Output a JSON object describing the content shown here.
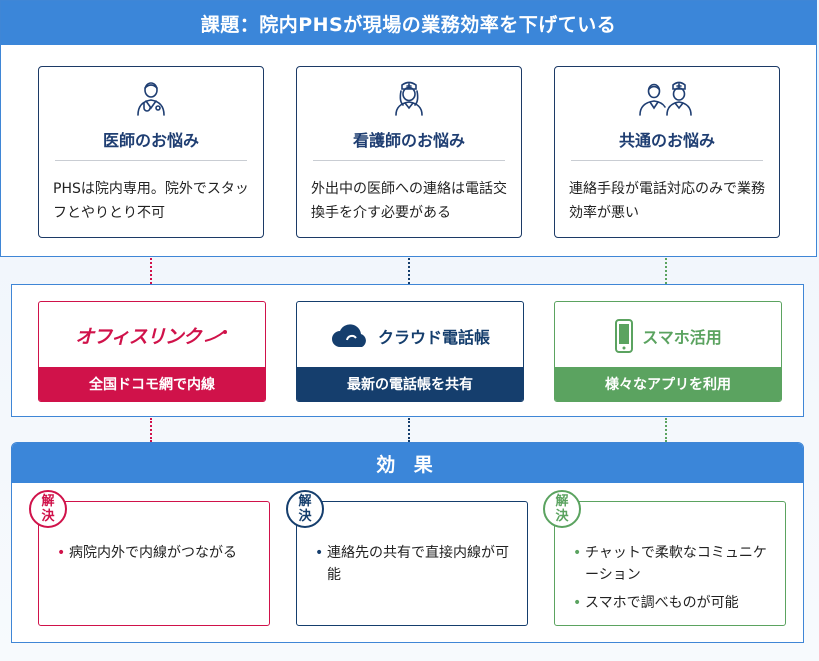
{
  "issue": {
    "title": "課題：院内PHSが現場の業務効率を下げている",
    "cards": [
      {
        "icon": "doctor-icon",
        "title": "医師のお悩み",
        "body": "PHSは院内専用。院外でスタッフとやりとり不可"
      },
      {
        "icon": "nurse-icon",
        "title": "看護師のお悩み",
        "body": "外出中の医師への連絡は電話交換手を介す必要がある"
      },
      {
        "icon": "doctor-and-nurse-icon",
        "title": "共通のお悩み",
        "body": "連絡手段が電話対応のみで業務効率が悪い"
      }
    ]
  },
  "solutions": [
    {
      "logo_text": "オフィスリンク",
      "icon": "officelink-logo",
      "caption": "全国ドコモ網で内線",
      "color": "#d0124a"
    },
    {
      "logo_text": "クラウド電話帳",
      "icon": "cloud-icon",
      "caption": "最新の電話帳を共有",
      "color": "#153e6d"
    },
    {
      "logo_text": "スマホ活用",
      "icon": "smartphone-icon",
      "caption": "様々なアプリを利用",
      "color": "#5ba360"
    }
  ],
  "effects": {
    "title": "効 果",
    "badge_line1": "解",
    "badge_line2": "決",
    "items": [
      {
        "color": "#d0124a",
        "bullets": [
          "病院内外で内線がつながる"
        ]
      },
      {
        "color": "#153e6d",
        "bullets": [
          "連絡先の共有で直接内線が可能"
        ]
      },
      {
        "color": "#5ba360",
        "bullets": [
          "チャットで柔軟なコミュニケーション",
          "スマホで調べものが可能"
        ]
      }
    ]
  },
  "colors": {
    "header_blue": "#3b86d9",
    "navy": "#1f3e72"
  }
}
